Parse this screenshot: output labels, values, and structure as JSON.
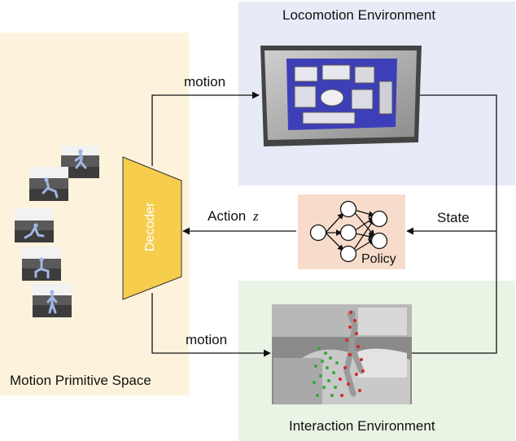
{
  "motion_primitive_space": {
    "label": "Motion Primitive Space"
  },
  "locomotion_environment": {
    "label": "Locomotion Environment"
  },
  "interaction_environment": {
    "label": "Interaction Environment"
  },
  "decoder": {
    "label": "Decoder"
  },
  "policy": {
    "label": "Policy"
  },
  "edges": {
    "motion_top": "motion",
    "motion_bottom": "motion",
    "action": "Action",
    "action_symbol": "z",
    "state": "State"
  },
  "colors": {
    "motion_space_bg": "#fdf3dc",
    "locomotion_bg": "#e6ebf7",
    "interaction_bg": "#e9f4e4",
    "policy_bg": "#f8dccb",
    "decoder_fill": "#f6cd4c"
  }
}
